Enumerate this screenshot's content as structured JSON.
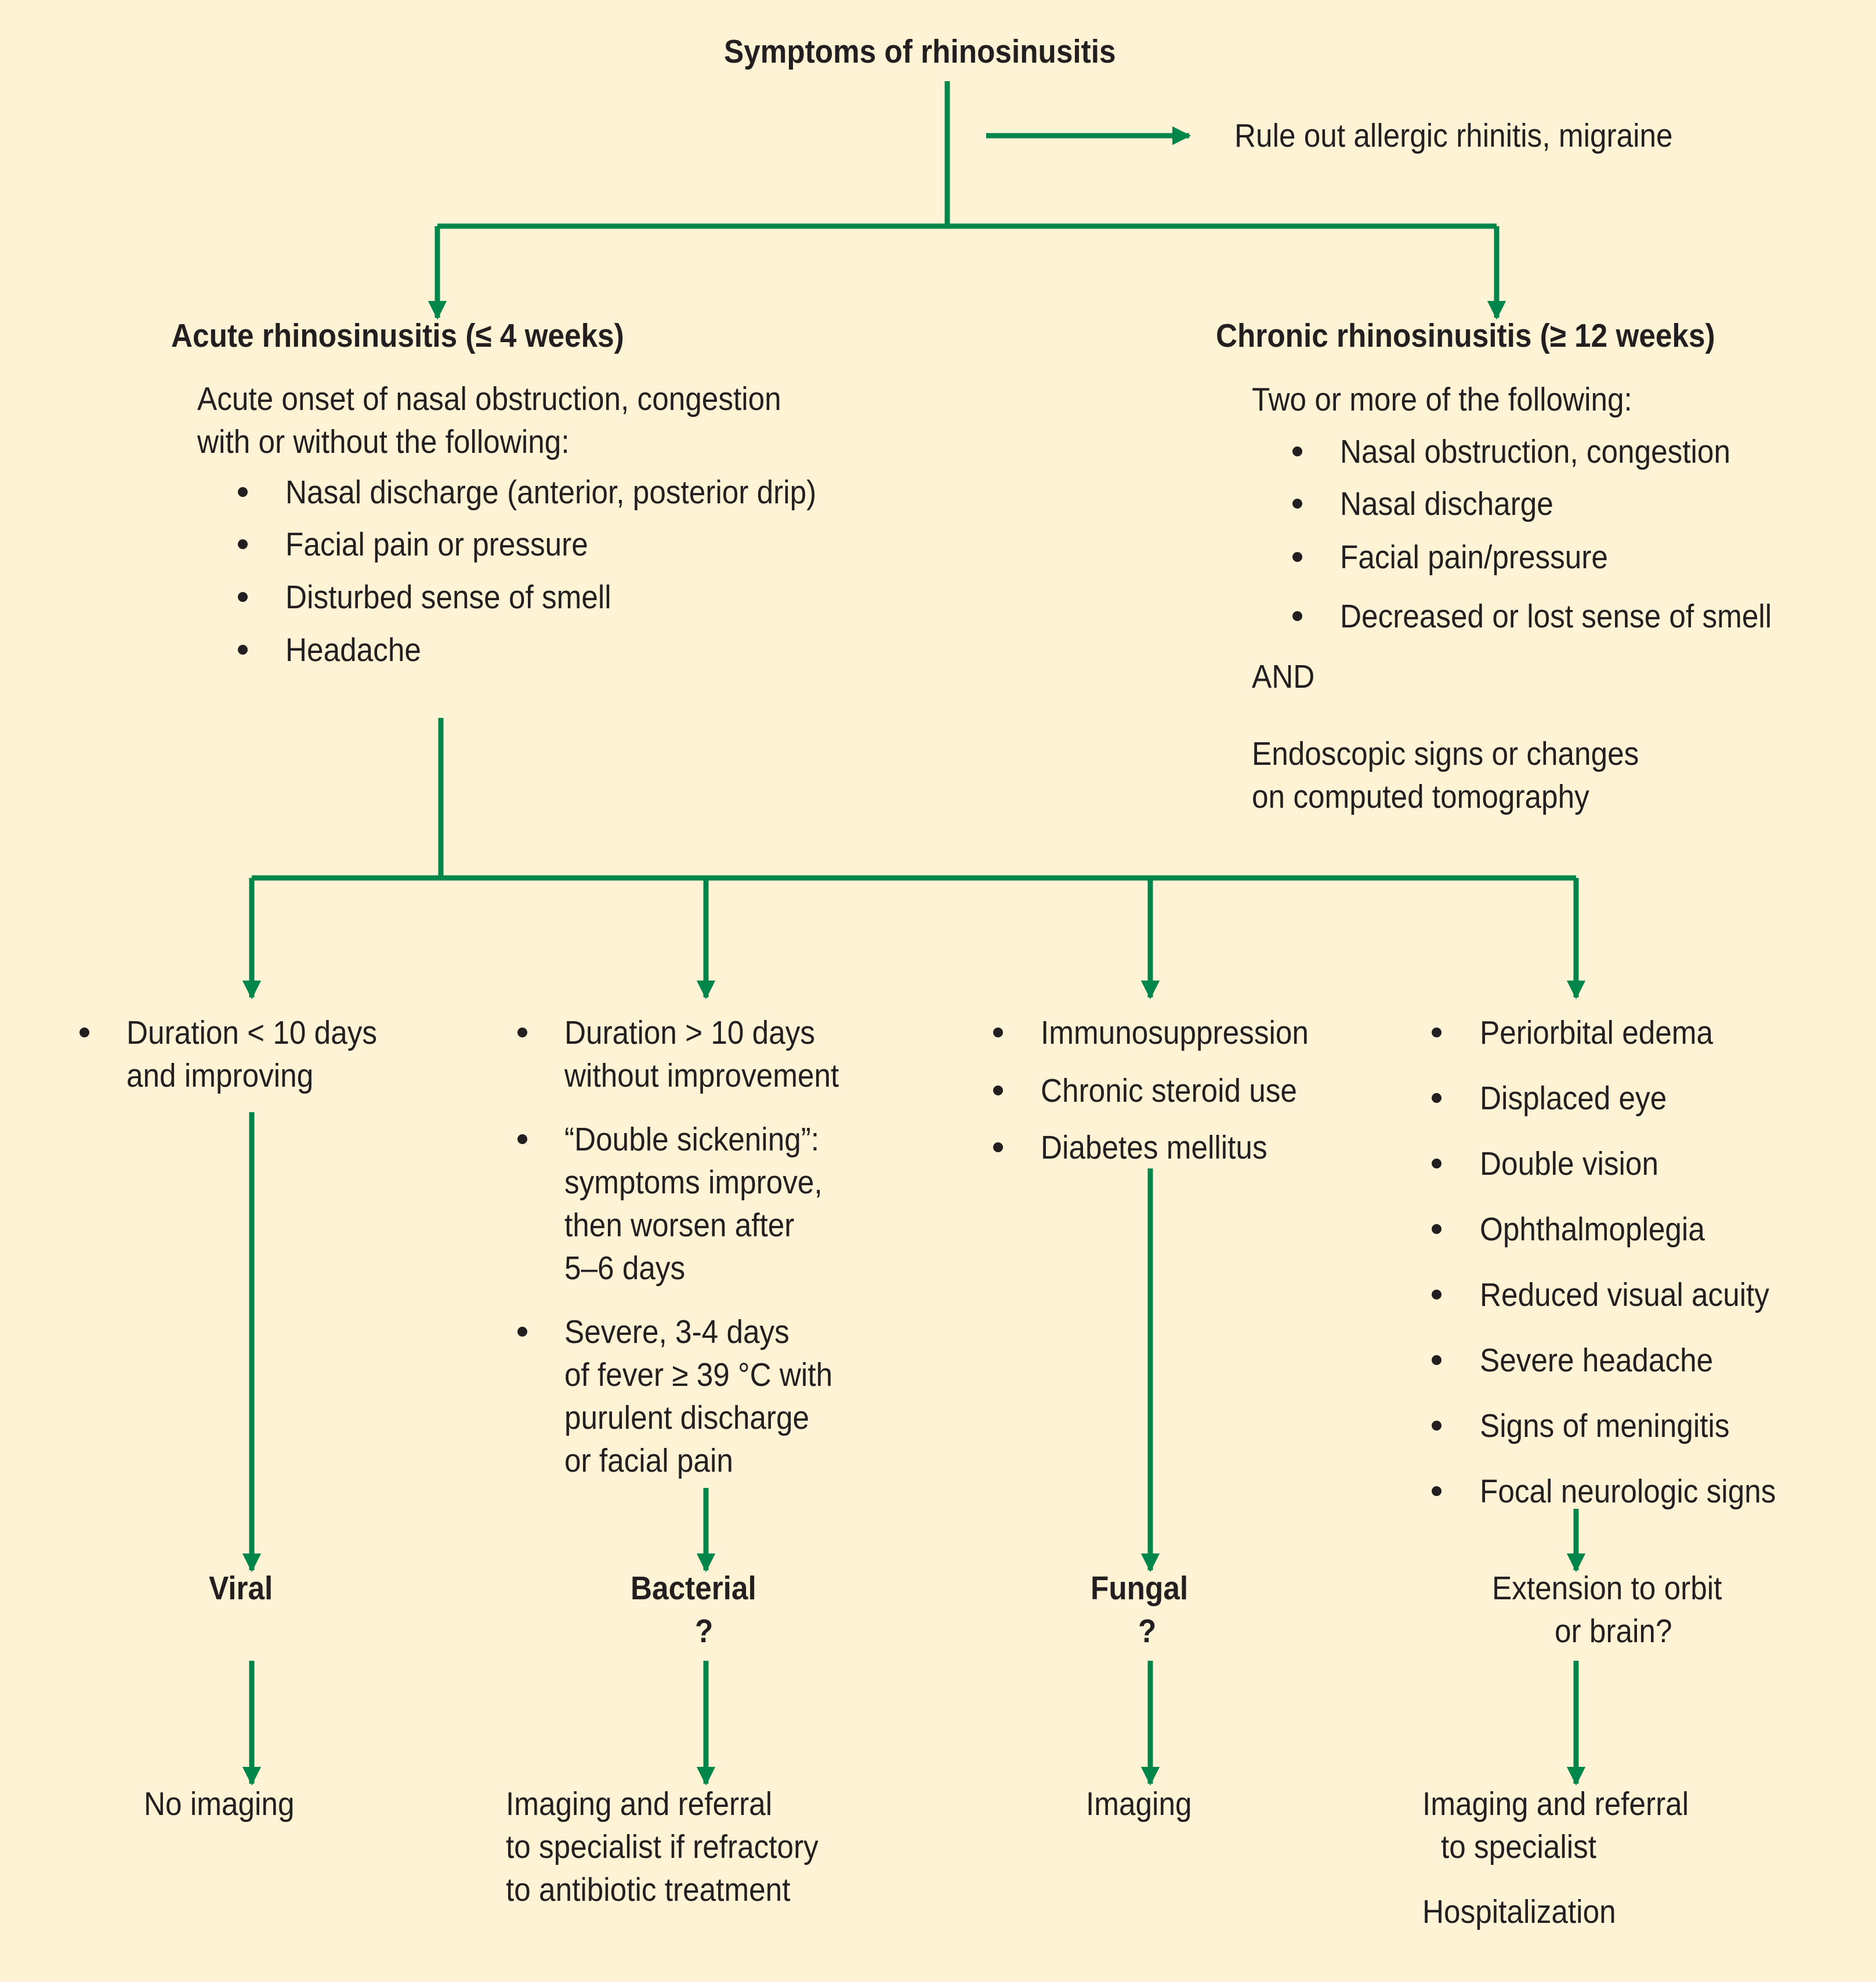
{
  "title": "Symptoms of rhinosinusitis",
  "rule_out": "Rule out allergic rhinitis, migraine",
  "acute": {
    "heading": "Acute rhinosinusitis (≤ 4 weeks)",
    "intro": [
      "Acute onset of nasal obstruction, congestion",
      "with or without the following:"
    ],
    "items": [
      "Nasal discharge (anterior, posterior drip)",
      "Facial pain or pressure",
      "Disturbed sense of smell",
      "Headache"
    ]
  },
  "chronic": {
    "heading": "Chronic rhinosinusitis (≥ 12 weeks)",
    "intro": "Two or more of the following:",
    "items": [
      "Nasal obstruction, congestion",
      "Nasal discharge",
      "Facial pain/pressure",
      "Decreased or lost sense of smell"
    ],
    "and": "AND",
    "extra": [
      "Endoscopic signs or changes",
      "on computed tomography"
    ]
  },
  "viral": {
    "criteria": [
      [
        "Duration < 10 days",
        "and improving"
      ]
    ],
    "label": "Viral",
    "outcome": [
      "No imaging"
    ]
  },
  "bacterial": {
    "criteria": [
      [
        "Duration > 10 days",
        "without improvement"
      ],
      [
        "“Double sickening”:",
        "symptoms improve,",
        "then worsen after",
        "5–6 days"
      ],
      [
        "Severe, 3-4 days",
        "of fever ≥ 39 °C with",
        "purulent discharge",
        "or facial pain"
      ]
    ],
    "label": "Bacterial",
    "label_q": "?",
    "outcome": [
      "Imaging and referral",
      "to specialist if refractory",
      "to antibiotic treatment"
    ]
  },
  "fungal": {
    "criteria": [
      [
        "Immunosuppression"
      ],
      [
        "Chronic steroid use"
      ],
      [
        "Diabetes mellitus"
      ]
    ],
    "label": "Fungal",
    "label_q": "?",
    "outcome": [
      "Imaging"
    ]
  },
  "extension": {
    "criteria": [
      [
        "Periorbital edema"
      ],
      [
        "Displaced eye"
      ],
      [
        "Double vision"
      ],
      [
        "Ophthalmoplegia"
      ],
      [
        "Reduced visual acuity"
      ],
      [
        "Severe headache"
      ],
      [
        "Signs of meningitis"
      ],
      [
        "Focal neurologic signs"
      ]
    ],
    "label": [
      "Extension to orbit",
      "or brain?"
    ],
    "outcome": [
      "Imaging and referral",
      "to specialist"
    ],
    "outcome2": "Hospitalization"
  },
  "colors": {
    "background": "#fef3d4",
    "arrow": "#00854a",
    "text": "#231f20"
  }
}
